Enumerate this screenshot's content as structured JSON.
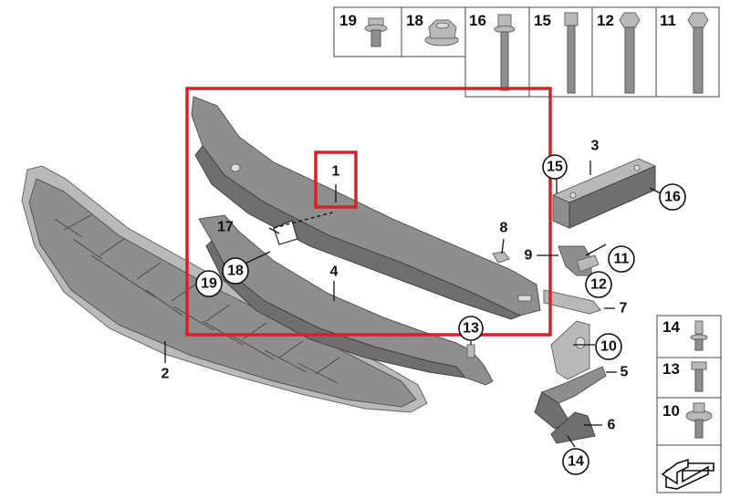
{
  "callouts": {
    "p1": "1",
    "p2": "2",
    "p3": "3",
    "p4": "4",
    "p5": "5",
    "p6": "6",
    "p7": "7",
    "p8": "8",
    "p9": "9",
    "p10": "10",
    "p11": "11",
    "p12": "12",
    "p13": "13",
    "p14": "14",
    "p15": "15",
    "p16": "16",
    "p17": "17",
    "p18": "18",
    "p19": "19"
  },
  "fastener_panel_top": [
    "19",
    "18",
    "16",
    "15",
    "12",
    "11"
  ],
  "fastener_panel_right": [
    "14",
    "13",
    "10"
  ],
  "colors": {
    "highlight": "#d3222a",
    "part_fill": "#8e8e8e",
    "part_dark": "#6f6f6f",
    "outline": "#111111"
  },
  "icons": [
    "fastener-bolt-icon",
    "flange-nut-icon",
    "corner-arrow-icon"
  ]
}
